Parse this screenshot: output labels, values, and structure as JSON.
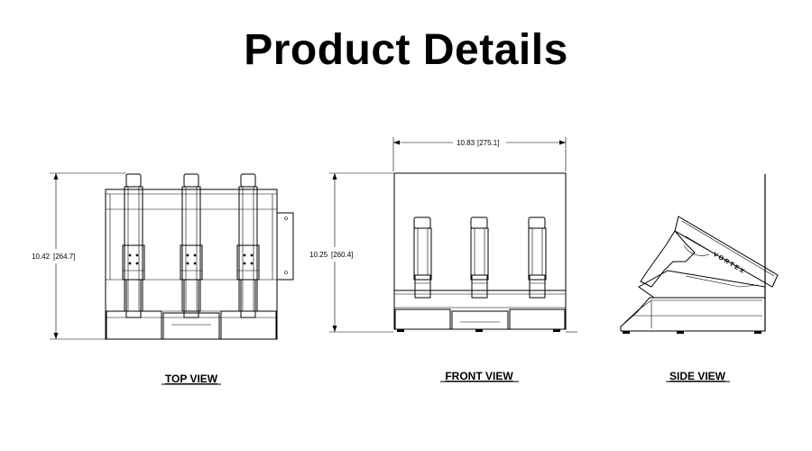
{
  "page": {
    "title": "Product Details"
  },
  "top_view": {
    "caption": "TOP VIEW",
    "height_dim": "10.42",
    "height_dim_mm": "[264.7]"
  },
  "front_view": {
    "caption": "FRONT VIEW",
    "width_dim": "10.83",
    "width_dim_mm": "[275.1]",
    "height_dim": "10.25",
    "height_dim_mm": "[260.4]"
  },
  "side_view": {
    "caption": "SIDE VIEW",
    "brand_text": "VORTEX"
  }
}
